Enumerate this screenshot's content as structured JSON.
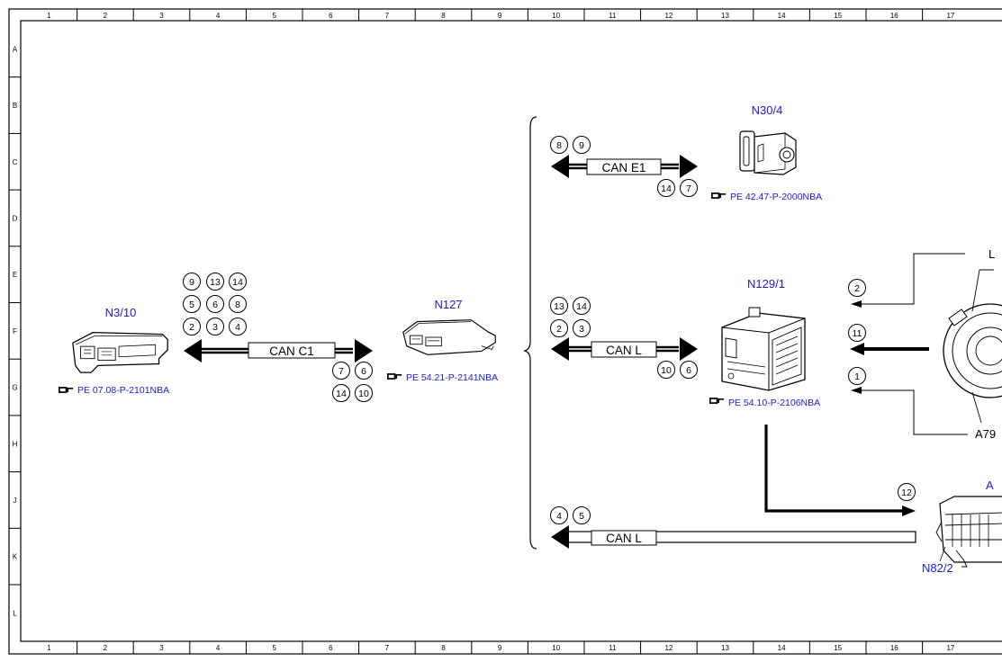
{
  "ruler": {
    "columns": [
      "1",
      "2",
      "3",
      "4",
      "5",
      "6",
      "7",
      "8",
      "9",
      "10",
      "11",
      "12",
      "13",
      "14",
      "15",
      "16",
      "17"
    ],
    "rows": [
      "A",
      "B",
      "C",
      "D",
      "E",
      "F",
      "G",
      "H",
      "J",
      "K",
      "L"
    ]
  },
  "components": {
    "n3_10": {
      "label": "N3/10",
      "ref": "PE 07.08-P-2101NBA"
    },
    "n127": {
      "label": "N127",
      "ref": "PE 54.21-P-2141NBA"
    },
    "n30_4": {
      "label": "N30/4",
      "ref": "PE 42.47-P-2000NBA"
    },
    "n129_1": {
      "label": "N129/1",
      "ref": "PE 54.10-P-2106NBA"
    },
    "a79_partial": {
      "label": "A79"
    },
    "a_partial": {
      "label": "A"
    },
    "l_partial": {
      "label": "L"
    },
    "n82_2": {
      "label": "N82/2"
    }
  },
  "buses": {
    "can_c1": "CAN C1",
    "can_e1": "CAN E1",
    "can_l_mid": "CAN L",
    "can_l_bottom": "CAN L"
  },
  "signals": {
    "c1_left": [
      "9",
      "13",
      "14",
      "5",
      "6",
      "8",
      "2",
      "3",
      "4"
    ],
    "c1_right": [
      "7",
      "6",
      "14",
      "10"
    ],
    "e1_left": [
      "8",
      "9"
    ],
    "e1_right": [
      "14",
      "7"
    ],
    "l_mid_left": [
      "13",
      "14",
      "2",
      "3"
    ],
    "l_mid_right": [
      "10",
      "6"
    ],
    "l_bottom_left": [
      "4",
      "5"
    ],
    "right_inputs": [
      "2",
      "11",
      "1",
      "12"
    ]
  },
  "colors": {
    "label_blue": "#1a1ad6",
    "line": "#000000"
  }
}
